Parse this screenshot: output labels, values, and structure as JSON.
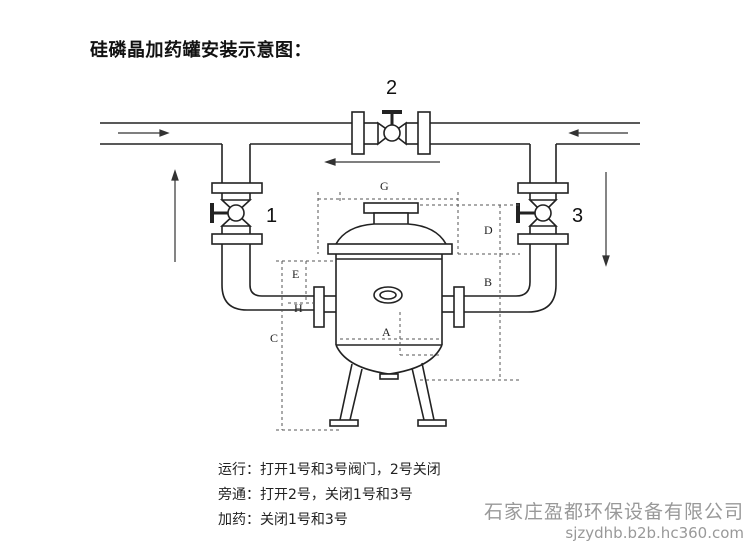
{
  "title": "硅磷晶加药罐安装示意图：",
  "valves": {
    "v1": "1",
    "v2": "2",
    "v3": "3"
  },
  "dimensions": {
    "A": "A",
    "B": "B",
    "C": "C",
    "D": "D",
    "E": "E",
    "G": "G",
    "H": "H"
  },
  "notes": {
    "run": "运行：打开1号和3号阀门，2号关闭",
    "bypass": "旁通：打开2号，关闭1号和3号",
    "dose": "加药：关闭1号和3号"
  },
  "watermark": {
    "company": "石家庄盈都环保设备有限公司",
    "url": "sjzydhb.b2b.hc360.com"
  }
}
